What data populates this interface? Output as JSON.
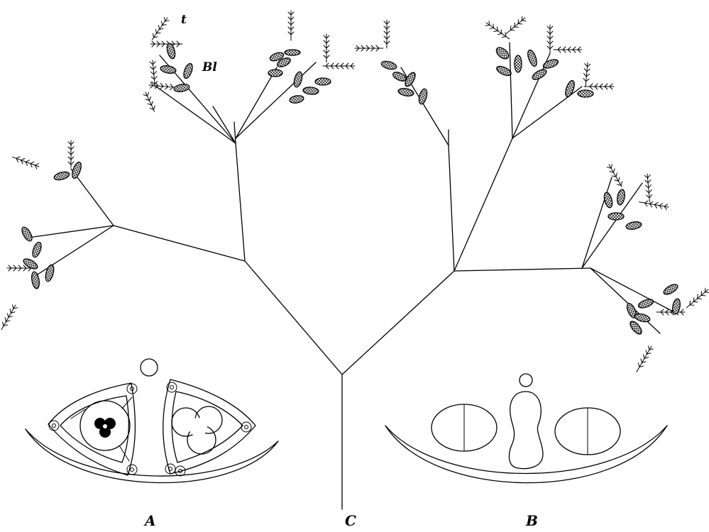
{
  "figure": {
    "panel_labels": {
      "a": "A",
      "b": "B",
      "c": "C"
    },
    "part_labels": {
      "t": "t",
      "bl": "Bl"
    }
  }
}
